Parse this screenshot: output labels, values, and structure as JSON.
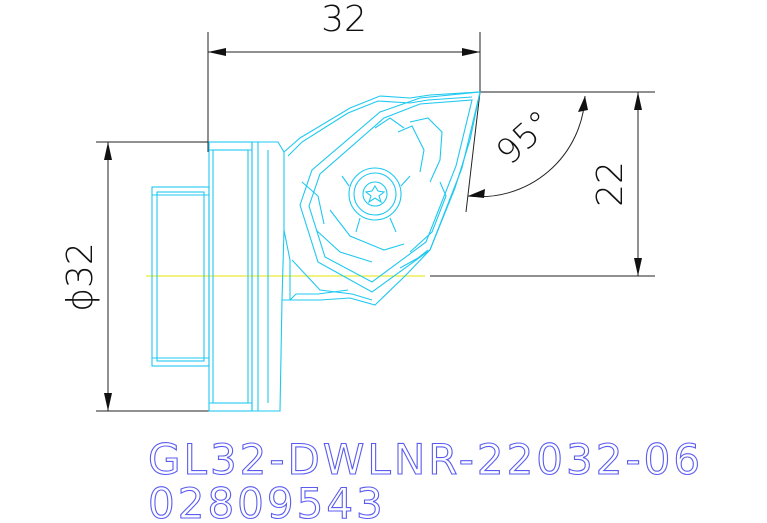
{
  "drawing": {
    "dimensions": {
      "length": "32",
      "diameter": "ϕ32",
      "height": "22",
      "angle": "95°"
    },
    "part_number": "GL32-DWLNR-22032-06",
    "order_code": "02809543",
    "colors": {
      "outline": "#1fc8f0",
      "centerline": "#e6e600",
      "dimension": "#222222",
      "label": "#5a5cf0"
    }
  }
}
